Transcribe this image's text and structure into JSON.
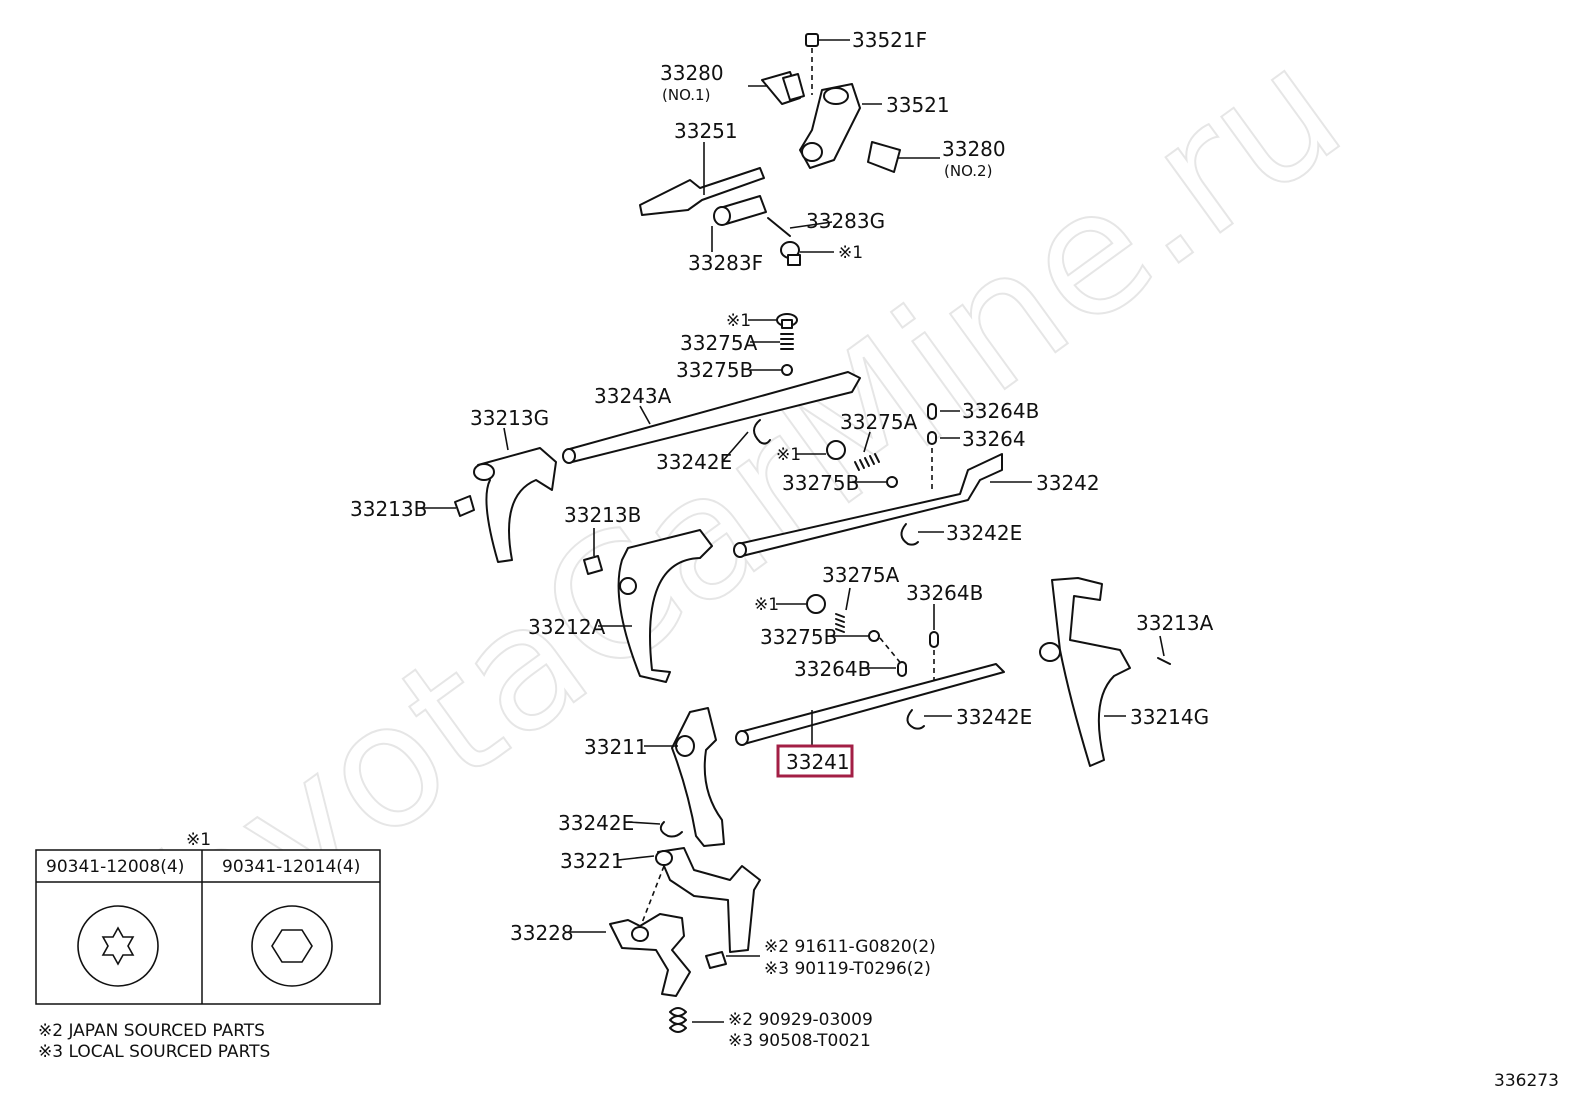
{
  "watermark": "ToyotaCarMine.ru",
  "diagram_number": "336273",
  "highlight_color": "#a31f45",
  "labels": {
    "p33521F": "33521F",
    "p33280_1": "33280",
    "p33280_1_sub": "(NO.1)",
    "p33521": "33521",
    "p33251": "33251",
    "p33280_2": "33280",
    "p33280_2_sub": "(NO.2)",
    "p33283G": "33283G",
    "p33283F": "33283F",
    "mark1_a": "※1",
    "mark1_b": "※1",
    "p33275A_top": "33275A",
    "p33275B_top": "33275B",
    "p33243A": "33243A",
    "p33213G": "33213G",
    "p33264B_top": "33264B",
    "p33264": "33264",
    "p33275A_mid": "33275A",
    "p33242E_a": "33242E",
    "mark1_c": "※1",
    "p33275B_mid": "33275B",
    "p33242": "33242",
    "p33213B_left": "33213B",
    "p33213B_mid": "33213B",
    "p33242E_b": "33242E",
    "p33275A_low": "33275A",
    "mark1_d": "※1",
    "p33264B_low": "33264B",
    "p33275B_low": "33275B",
    "p33212A": "33212A",
    "p33213A": "33213A",
    "p33264B_low2": "33264B",
    "p33242E_c": "33242E",
    "p33214G": "33214G",
    "p33211": "33211",
    "p33241": "33241",
    "p33242E_d": "33242E",
    "p33221": "33221",
    "p33228": "33228",
    "bolt_line1": "※2  91611-G0820(2)",
    "bolt_line2": "※3  90119-T0296(2)",
    "spring_line1": "※2 90929-03009",
    "spring_line2": "※3 90508-T0021"
  },
  "legend": {
    "mark": "※1",
    "col1": "90341-12008(4)",
    "col2": "90341-12014(4)"
  },
  "notes": {
    "n2": "※2 JAPAN SOURCED PARTS",
    "n3": "※3 LOCAL SOURCED PARTS"
  }
}
